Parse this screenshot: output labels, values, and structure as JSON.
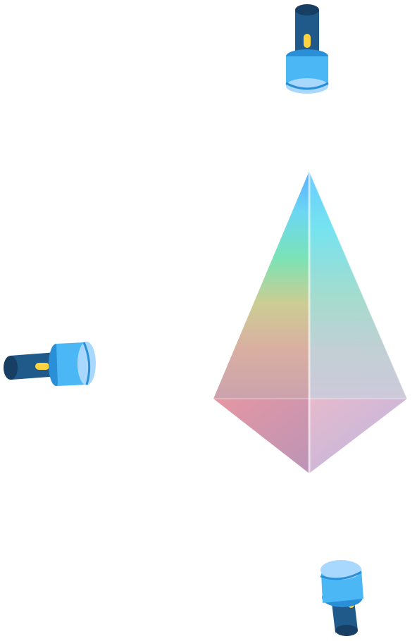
{
  "scene": {
    "background": "#ffffff"
  },
  "prism": {
    "icon": "pyramid-prism-icon",
    "colors": {
      "top": "#5fd6ff",
      "upper_mid": "#6fe0b0",
      "middle": "#c9c98a",
      "lower_mid": "#d8a89a",
      "base": "#e09aa8",
      "bottom": "#b9a8dc"
    }
  },
  "flashlights": [
    {
      "icon": "flashlight-icon",
      "aim": "down"
    },
    {
      "icon": "flashlight-icon",
      "aim": "right"
    },
    {
      "icon": "flashlight-icon",
      "aim": "up"
    }
  ],
  "flashlight_colors": {
    "handle": "#1f5a8a",
    "handle_dark": "#163f63",
    "head": "#4bb8f5",
    "head_dark": "#2a8fd6",
    "lens": "#a9d8ff",
    "switch": "#ffd23f"
  }
}
